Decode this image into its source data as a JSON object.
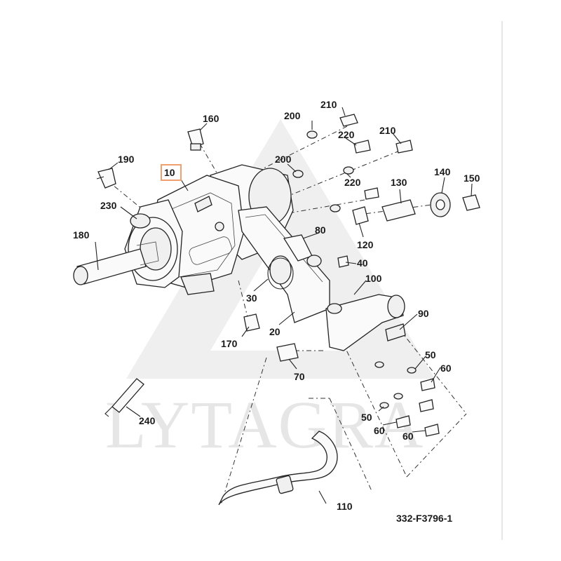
{
  "watermark": "LYTAGRA",
  "drawing_number": "332-F3796-1",
  "highlight_color": "#f0a070",
  "highlighted_part": "10",
  "callouts": {
    "p10": "10",
    "p20": "20",
    "p30": "30",
    "p40": "40",
    "p50a": "50",
    "p50b": "50",
    "p60a": "60",
    "p60b": "60",
    "p60c": "60",
    "p70": "70",
    "p80": "80",
    "p90": "90",
    "p100": "100",
    "p110": "110",
    "p120": "120",
    "p130": "130",
    "p140": "140",
    "p150": "150",
    "p160": "160",
    "p170": "170",
    "p180": "180",
    "p190": "190",
    "p200a": "200",
    "p200b": "200",
    "p210a": "210",
    "p210b": "210",
    "p220a": "220",
    "p220b": "220",
    "p230": "230",
    "p240": "240"
  }
}
